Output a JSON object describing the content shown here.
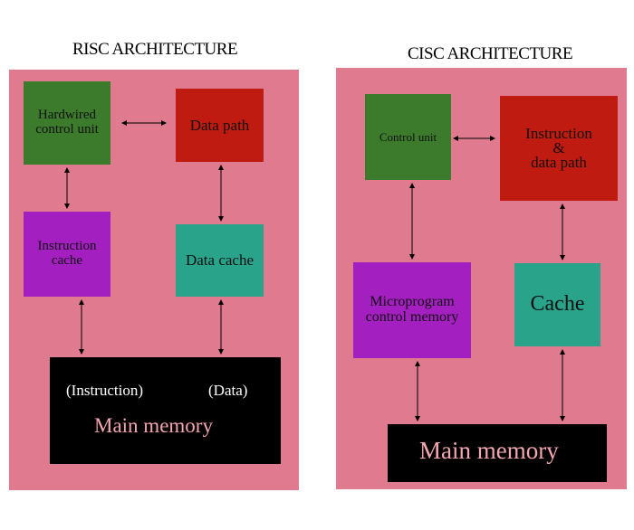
{
  "risc": {
    "title": "RISC ARCHITECTURE",
    "hardwired": "Hardwired\ncontrol unit",
    "data_path": "Data path",
    "instruction_cache": "Instruction\ncache",
    "data_cache": "Data cache",
    "instruction_label": "(Instruction)",
    "data_label": "(Data)",
    "main_memory": "Main memory"
  },
  "cisc": {
    "title": "CISC ARCHITECTURE",
    "control_unit": "Control unit",
    "instruction_data_path": "Instruction\n&\ndata path",
    "microprogram": "Microprogram\ncontrol memory",
    "cache": "Cache",
    "main_memory": "Main memory"
  },
  "colors": {
    "panel": "#e07a8e",
    "green": "#3c7a2c",
    "red": "#c01b10",
    "purple": "#a41fc0",
    "teal": "#2aa38b",
    "memory": "#000000"
  }
}
